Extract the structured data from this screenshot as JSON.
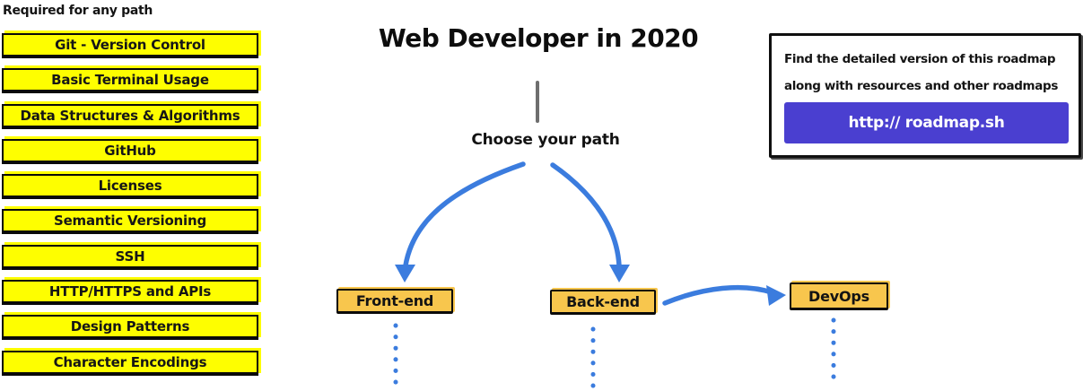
{
  "sidebar": {
    "heading": "Required for any path",
    "items": [
      "Git - Version Control",
      "Basic Terminal Usage",
      "Data Structures & Algorithms",
      "GitHub",
      "Licenses",
      "Semantic Versioning",
      "SSH",
      "HTTP/HTTPS and APIs",
      "Design Patterns",
      "Character Encodings"
    ]
  },
  "main": {
    "title": "Web Developer in 2020",
    "choose_path_label": "Choose your path",
    "path_nodes": [
      "Front-end",
      "Back-end",
      "DevOps"
    ]
  },
  "info_box": {
    "text_line1": "Find the detailed version of this roadmap",
    "text_line2": "along with resources and other roadmaps",
    "link_label": "http:// roadmap.sh"
  },
  "colors": {
    "required_node_bg": "#FEFE00",
    "path_node_bg": "#F8C64D",
    "arrow_blue": "#3B7CDE",
    "link_button_bg": "#4A3FD0",
    "connector_gray": "#6E6E6E"
  }
}
